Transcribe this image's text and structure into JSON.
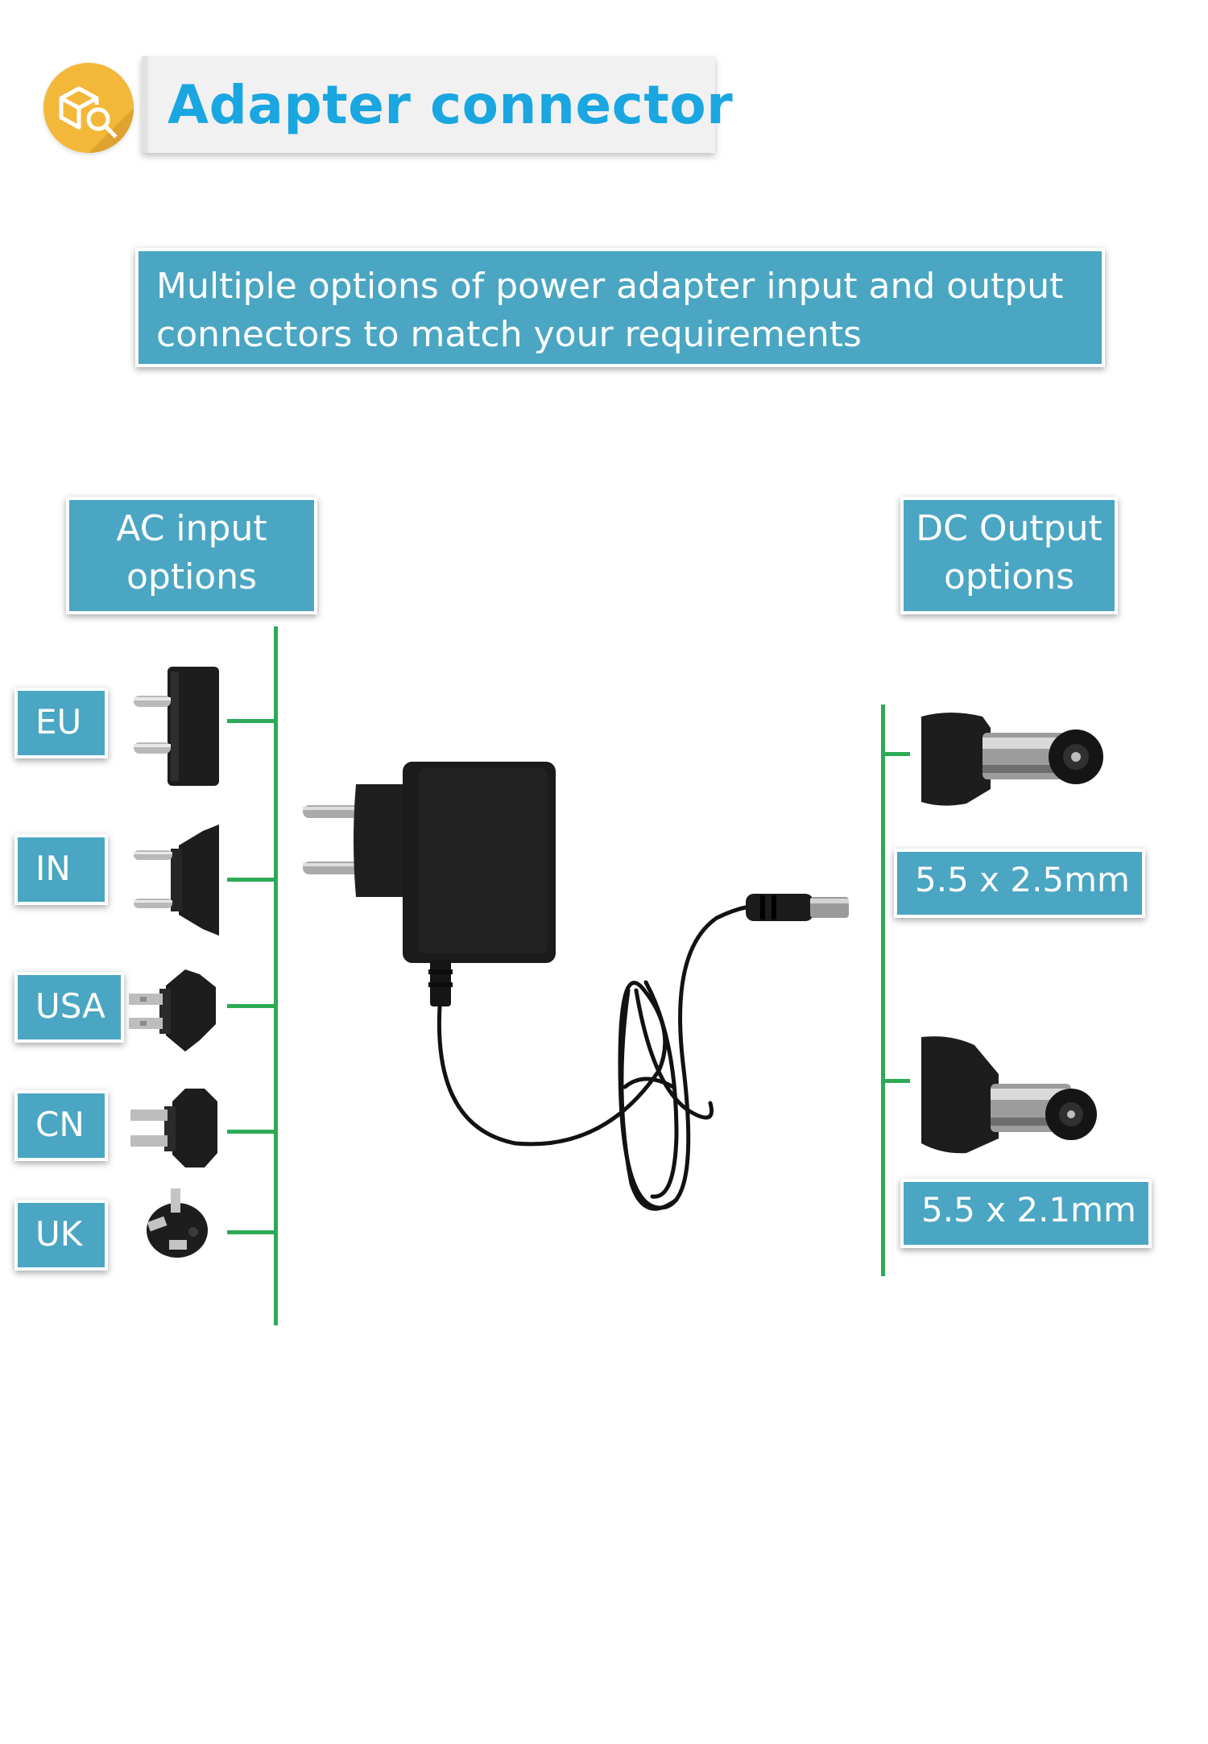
{
  "header": {
    "title": "Adapter connector",
    "logo_icon": "box-search-icon"
  },
  "intro": {
    "text": "Multiple options of power adapter input and output connectors to match your requirements"
  },
  "ac_input": {
    "heading": "AC input\noptions",
    "plugs": [
      {
        "label": "EU",
        "icon": "eu-plug-icon"
      },
      {
        "label": "IN",
        "icon": "in-plug-icon"
      },
      {
        "label": "USA",
        "icon": "usa-plug-icon"
      },
      {
        "label": "CN",
        "icon": "cn-plug-icon"
      },
      {
        "label": "UK",
        "icon": "uk-plug-icon"
      }
    ]
  },
  "dc_output": {
    "heading": "DC Output\noptions",
    "connectors": [
      {
        "label": "5.5 x 2.5mm",
        "icon": "dc-barrel-connector-icon"
      },
      {
        "label": "5.5 x 2.1mm",
        "icon": "dc-barrel-connector-icon"
      }
    ]
  },
  "colors": {
    "teal": "#4aa6c2",
    "title_blue": "#1aa6e0",
    "logo_orange": "#f3b83a",
    "line_green": "#2daa56"
  }
}
